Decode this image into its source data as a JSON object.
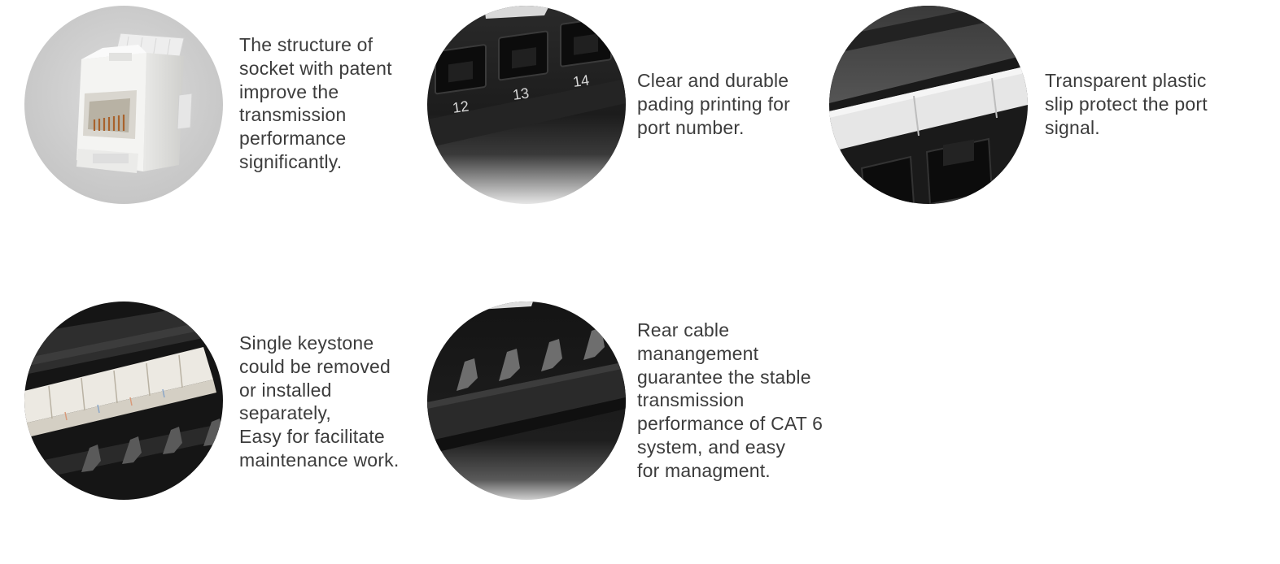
{
  "features": [
    {
      "image": "keystone-jack-photo",
      "lines": [
        "The structure of",
        "socket with patent",
        "improve the",
        "transmission",
        "performance",
        "significantly."
      ]
    },
    {
      "image": "port-number-printing-photo",
      "port_labels": [
        "12",
        "13",
        "14"
      ],
      "lines": [
        "Clear and durable",
        "pading printing for",
        "port number."
      ]
    },
    {
      "image": "transparent-slip-photo",
      "lines": [
        "Transparent plastic",
        "slip protect the port",
        "signal."
      ]
    },
    {
      "image": "keystone-row-photo",
      "lines": [
        "Single keystone",
        "could be removed",
        "or installed",
        "separately,",
        "Easy for facilitate",
        "maintenance work."
      ]
    },
    {
      "image": "rear-cable-management-photo",
      "lines": [
        "Rear cable",
        "manangement",
        "guarantee the stable",
        "transmission",
        "performance of CAT 6",
        "system, and easy",
        "for managment."
      ]
    }
  ]
}
